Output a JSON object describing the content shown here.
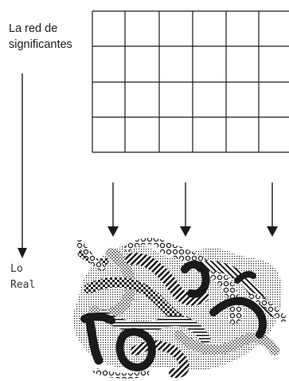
{
  "signifier_net": {
    "label_line1": "La red de",
    "label_line2": "significantes"
  },
  "real": {
    "label_line1": "Lo",
    "label_line2": "Real"
  },
  "colors": {
    "ink": "#1a1a1a",
    "paper": "#ffffff"
  }
}
